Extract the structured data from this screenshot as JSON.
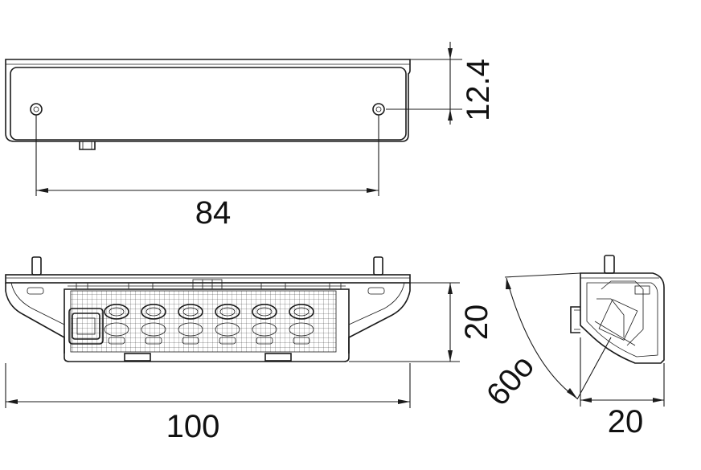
{
  "top_view": {
    "width_dimension": "84",
    "height_dimension": "12.4"
  },
  "front_view": {
    "height_dimension": "20",
    "length_dimension": "100",
    "led_count": 6
  },
  "side_view": {
    "angle_dimension": "60o",
    "depth_dimension": "20"
  }
}
